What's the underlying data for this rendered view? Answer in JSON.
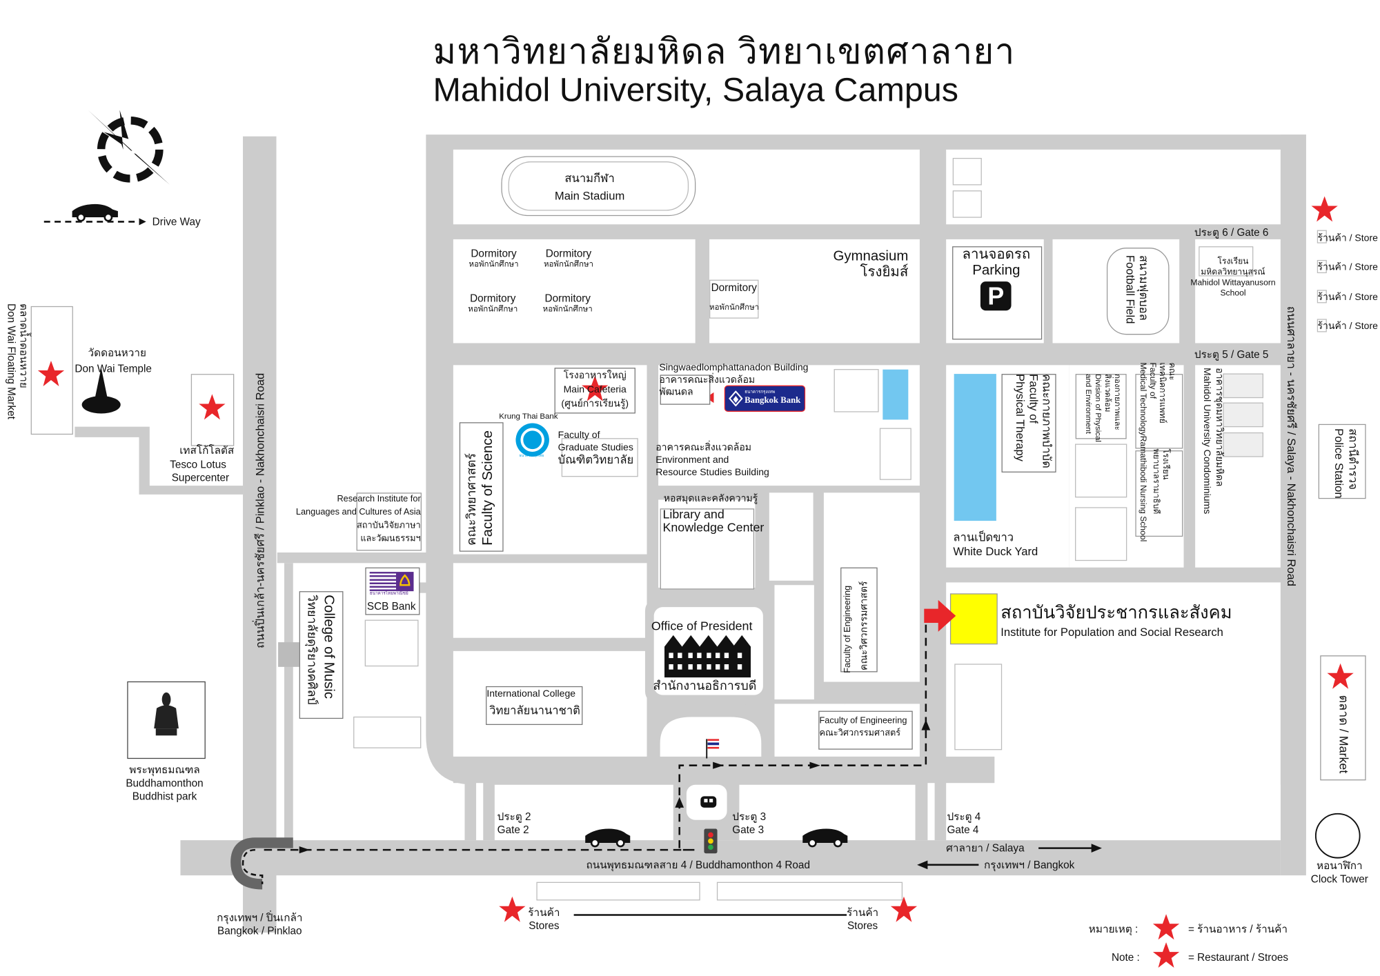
{
  "title": {
    "thai": "มหาวิทยาลัยมหิดล วิทยาเขตศาลายา",
    "english": "Mahidol University, Salaya Campus"
  },
  "legend": {
    "drive_way": "Drive Way",
    "note_thai": "หมายเหตุ :",
    "note_en": "Note :",
    "item_thai": "= ร้านอาหาร / ร้านค้า",
    "item_en": "= Restaurant / Stroes"
  },
  "colors": {
    "road": "#cccccc",
    "star": "#e8262a",
    "water": "#72c7f0",
    "highlight": "#ffff00",
    "bangkok_bank": "#1c2a8c",
    "scb": "#5b2d8e"
  },
  "roads": {
    "left": "ถนนปิ่นเกล้า-นครชัยศรี / Pinklao - Nakhonchaisri Road",
    "right": "ถนนศาลายา - นครชัยศรี / Salaya - Nakhonchaisri Road",
    "bottom": "ถนนพุทธมณฑลสาย 4 / Buddhamonthon 4 Road",
    "to_salaya": "ศาลายา / Salaya",
    "to_bangkok": "กรุงเทพฯ / Bangkok",
    "corner_thai": "กรุงเทพฯ / ปิ่นเกล้า",
    "corner_en": "Bangkok / Pinklao"
  },
  "gates": {
    "gate2": {
      "thai": "ประตู 2",
      "en": "Gate 2"
    },
    "gate3": {
      "thai": "ประตู 3",
      "en": "Gate 3"
    },
    "gate4": {
      "thai": "ประตู 4",
      "en": "Gate 4"
    },
    "gate5": "ประตู 5 / Gate 5",
    "gate6": "ประตู 6 / Gate 6"
  },
  "outside": {
    "floating_market": {
      "thai": "ตลาดน้ำดอนหวาย",
      "en": "Don Wai Floating Market"
    },
    "temple": {
      "thai": "วัดดอนหวาย",
      "en": "Don Wai Temple"
    },
    "tesco": {
      "thai": "เทสโก้โลตัส",
      "en1": "Tesco Lotus",
      "en2": "Supercenter"
    },
    "research_institute": {
      "en1": "Research Institute for",
      "en2": "Languages and Cultures of Asia",
      "th1": "สถาบันวิจัยภาษา",
      "th2": "และวัฒนธรรมฯ"
    },
    "scb": {
      "label": "SCB Bank",
      "logo_text": "ธนาคารไทยพาณิชย์"
    },
    "music": {
      "thai": "วิทยาลัยดุริยางคศิลป์",
      "en": "College of Music"
    },
    "buddhamonthon": {
      "thai": "พระพุทธมณฑล",
      "en1": "Buddhamonthon",
      "en2": "Buddhist park"
    },
    "stores_left": {
      "thai": "ร้านค้า",
      "en": "Stores"
    },
    "stores_right": {
      "thai": "ร้านค้า",
      "en": "Stores"
    },
    "store_items": [
      "ร้านค้า / Store",
      "ร้านค้า / Store",
      "ร้านค้า / Store",
      "ร้านค้า / Store"
    ],
    "police": {
      "thai": "สถานีตำรวจ",
      "en": "Police Station"
    },
    "market": "ตลาด / Market",
    "clock_tower": {
      "thai": "หอนาฬิกา",
      "en": "Clock Tower"
    }
  },
  "campus": {
    "stadium": {
      "thai": "สนามกีฬา",
      "en": "Main Stadium"
    },
    "dorm": {
      "en": "Dormitory",
      "thai": "หอพักนักศึกษา"
    },
    "gym": {
      "en": "Gymnasium",
      "thai": "โรงยิมส์"
    },
    "parking": {
      "thai": "ลานจอดรถ",
      "en": "Parking",
      "sign": "P"
    },
    "football": {
      "thai": "สนามฟุตบอล",
      "en": "Football Field"
    },
    "school": {
      "th1": "โรงเรียน",
      "th2": "มหิดลวิทยานุสรณ์",
      "en1": "Mahidol Wittayanusorn",
      "en2": "School"
    },
    "cafeteria": {
      "th1": "โรงอาหารใหญ่",
      "en": "Main Cafeteria",
      "th2": "(ศูนย์การเรียนรู้)"
    },
    "krungthai": {
      "label": "Krung Thai Bank",
      "logo_text": "ธนาคารกรุงไทย"
    },
    "science": {
      "thai": "คณะวิทยาศาสตร์",
      "en": "Faculty of Science"
    },
    "graduate": {
      "en1": "Faculty of",
      "en2": "Graduate Studies",
      "thai": "บัณฑิตวิทยาลัย"
    },
    "singwaed": {
      "en": "Singwaedlomphattanadon Building",
      "th1": "อาคารคณะสิ่งแวดล้อม",
      "th2": "พัฒนดล"
    },
    "bangkok_bank": {
      "thai": "ธนาคารกรุงเทพ",
      "en": "Bangkok Bank"
    },
    "environment": {
      "thai": "อาคารคณะสิ่งแวดล้อม",
      "en1": "Environment and",
      "en2": "Resource Studies Building"
    },
    "library": {
      "thai": "หอสมุดและคลังความรู้",
      "en1": "Library and",
      "en2": "Knowledge Center"
    },
    "president": {
      "en": "Office of President",
      "thai": "สำนักงานอธิการบดี"
    },
    "international": {
      "en": "International College",
      "thai": "วิทยาลัยนานาชาติ"
    },
    "engineering_v": {
      "en": "Faculty of Engineering",
      "thai": "คณะวิศวกรรมศาสตร์"
    },
    "engineering_h": {
      "en": "Faculty of Engineering",
      "thai": "คณะวิศวกรรมศาสตร์"
    },
    "physical_therapy": {
      "thai": "คณะกายภาพบำบัด",
      "en1": "Faculty of",
      "en2": "Physical Therapy"
    },
    "white_duck": {
      "thai": "ลานเป็ดขาว",
      "en": "White Duck Yard"
    },
    "physical_env": {
      "th1": "กองกายภาพและ",
      "th2": "สิ่งแวดล้อม",
      "en1": "Division of Physical",
      "en2": "and Environment"
    },
    "medtech": {
      "th1": "คณะ",
      "th2": "เทคนิคการแพทย์",
      "en1": "Faculty of",
      "en2": "Medical Technology"
    },
    "nursing": {
      "th1": "โรงเรียน",
      "th2": "พยาบาลรามาธิบดี",
      "en": "Ramathibodi Nursing School"
    },
    "condo": {
      "thai": "อาคารชุดมหาวิทยาลัยมหิดล",
      "en": "Mahidol University Condominiums"
    },
    "ipsr": {
      "thai": "สถาบันวิจัยประชากรและสังคม",
      "en": "Institute for Population and Social Research"
    }
  }
}
